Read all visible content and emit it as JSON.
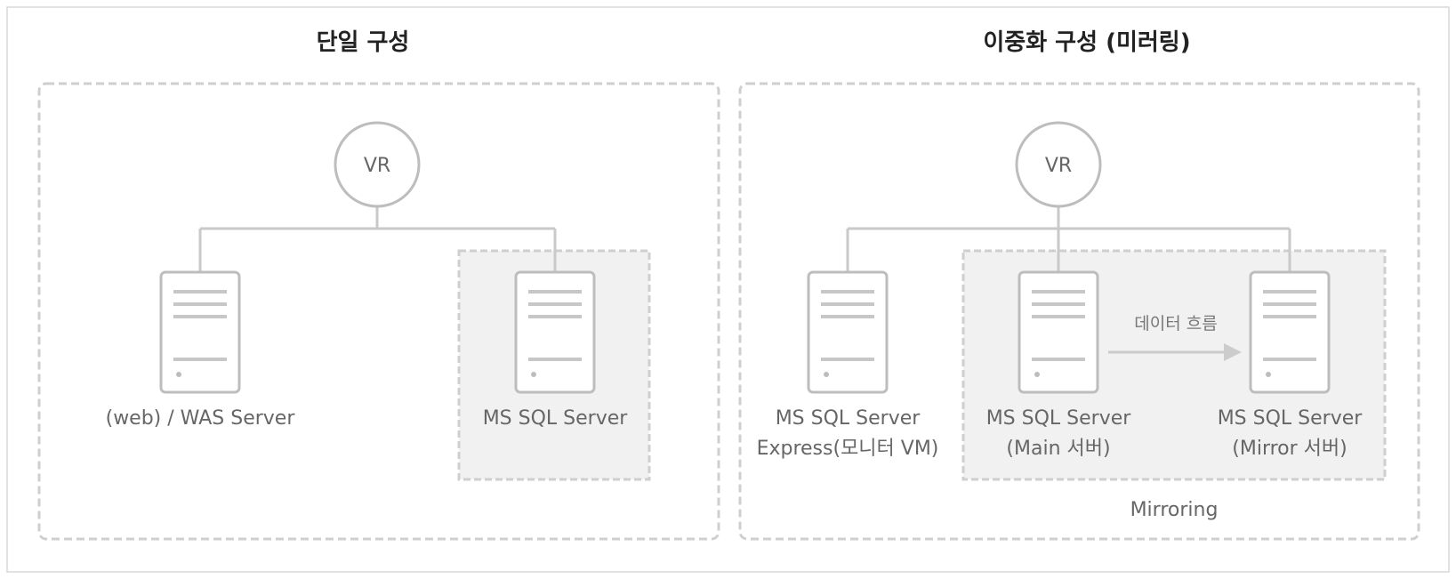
{
  "single": {
    "title": "단일 구성",
    "vr_label": "VR",
    "server_left_label": "(web) / WAS Server",
    "server_right_label": "MS SQL Server"
  },
  "dual": {
    "title": "이중화 구성 (미러링)",
    "vr_label": "VR",
    "witness_label_line1": "MS SQL Server",
    "witness_label_line2": "Express(모니터 VM)",
    "main_label_line1": "MS SQL Server",
    "main_label_line2": "(Main 서버)",
    "mirror_label_line1": "MS SQL Server",
    "mirror_label_line2": "(Mirror 서버)",
    "flow_label": "데이터 흐름",
    "group_label": "Mirroring"
  },
  "colors": {
    "border": "#cfcfcf",
    "group_fill": "#f1f1f1",
    "icon_stroke": "#bdbdbd",
    "text": "#666666",
    "title_text": "#222222"
  }
}
